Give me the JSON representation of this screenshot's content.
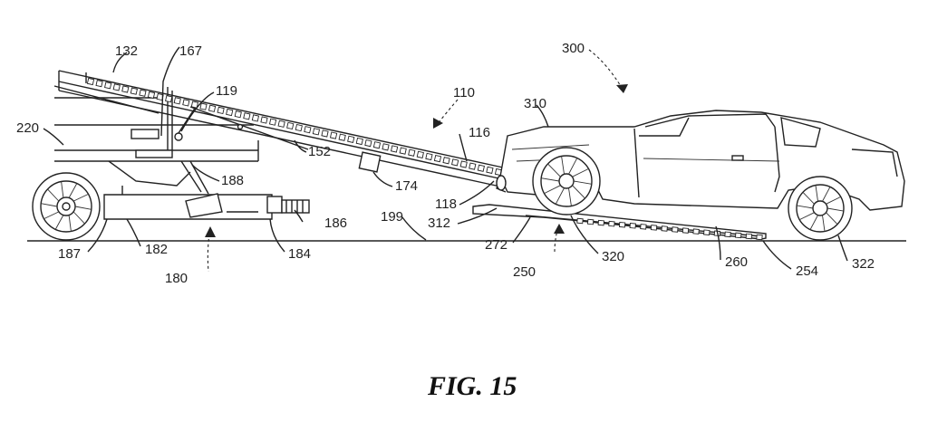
{
  "figure": {
    "caption": "FIG. 15",
    "labels": {
      "r132": "132",
      "r167": "167",
      "r119": "119",
      "r110": "110",
      "r116": "116",
      "r300": "300",
      "r310": "310",
      "r220": "220",
      "r152": "152",
      "r188": "188",
      "r174": "174",
      "r118": "118",
      "r312": "312",
      "r186": "186",
      "r199": "199",
      "r187": "187",
      "r182": "182",
      "r184": "184",
      "r180": "180",
      "r272": "272",
      "r250": "250",
      "r320": "320",
      "r260": "260",
      "r254": "254",
      "r322": "322"
    }
  }
}
